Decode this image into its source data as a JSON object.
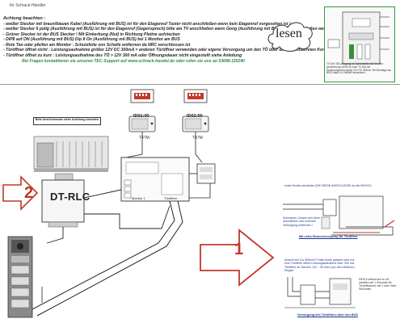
{
  "header": {
    "brand": "Ihr Schrack-Händler"
  },
  "notes": {
    "title": "Achtung beachten :",
    "lines": [
      "- weißer Stecker mit braun/blauen Kabel (Ausführung mit BUS) ist für den Etagenruf Taster nicht anschließen wenn kein Etagenruf vorgesehen ist !",
      "- weißer Stecker 5 polig (Ausführung mit BUS) ist für den Etagenruf (Gegensprech) bitte am TV anschließen wenn Gong (Ausführung mit BUS) nicht anschließen wenn nicht benötigt",
      "- Grüner Stecker ist der BUS Stecker ! Mit Einkerbung (Nut) in Richtung Platine aufstecken",
      "- DIP8 auf ON (Ausführung mit BUS) Dip 8 On (Ausführung mit BUS) bei 1 Monitor am BUS",
      "- Rote Tan oder pfeifen am Monitor : Schutzfolie von Schelle entfernen da NRC verschlossen ist",
      "- Türöffner öffnet nicht : Leistungsaufnahme größer 12V DC 300mA = anderen Türöffner verwenden oder eigene Versorgung um den TÖ über den potentialfreien Kontakt der Station",
      "- Türöffner öffnet zu kurz : Leistungsaufnahme des TÖ > 12V 300 mA oder Öffnungsdauer nicht eingestellt siehe Anleitung"
    ],
    "cta": "Bei Fragen kontaktieren sie unseren TEC-Support auf www.schrack-handel.de oder rufen sie uns an 03698-116290"
  },
  "lesen": "lesen",
  "inset": {
    "caption": "TV-Set / BA-Ausgang an Sprechstelle der Monitor (Ausführung mit BUS) Kein TV-Set mit Spannungsversorgung 12V DC 300mA. Bei Montage am BUS Kabel 1x Schelle verwenden."
  },
  "diagram": {
    "dip_left": "ID01:00",
    "dip_right": "ID02:00",
    "model_left": "T47M",
    "model_right": "T47M",
    "gate_box": "Bitte Anschlusssatz siehe Anleitung beachten",
    "dtrlc": "DT-RLC",
    "arrow2": "2",
    "arrow1": "1",
    "mon_label": "Monitor 1",
    "tv_label": "Türöffner",
    "right_top_note": "erster Boden verbinden (DIE BEIDE ANSCHLÜSSE an die BOHLE)",
    "right_mid_note": "Schwarzer Jumper rein beim anschließen des externen Versorgung entfernen !",
    "right_caption1": "Mit extra Stromversorgung für Türöffner",
    "right_low_note": "Ansicht bei 12v 300mA!!! Falls nichts passiert oder nur kurz Türöffner öffnet Leistungsaufnahme über 300 mA Türöffner an Steuern 12V - 45 Ohm (vor dem Widerst.) Regeln",
    "dip_note": "DIP8-6 default auf on off, schalten auf 1 Sekunde die Türoeffnerzeit, bei 2 oder mehr Sekunden",
    "right_caption2": "Versorgung des Türöffners über den BUS"
  }
}
